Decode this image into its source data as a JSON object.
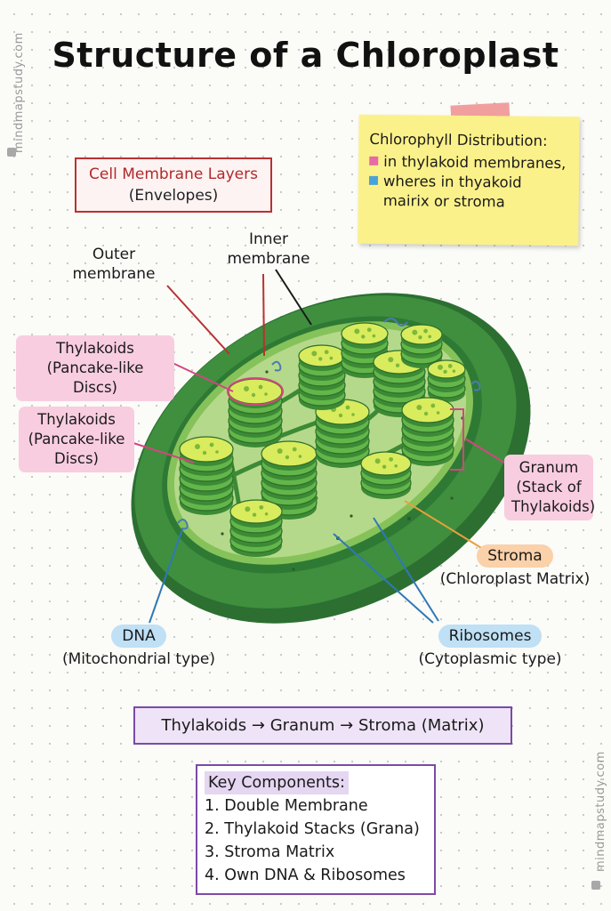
{
  "title": "Structure of a Chloroplast",
  "watermark": "mindmapstudy.com",
  "envelope_box": {
    "line1": "Cell Membrane Layers",
    "line2": "(Envelopes)"
  },
  "sticky_note": {
    "title": "Chlorophyll Distribution:",
    "item1": "in thylakoid membranes,",
    "item2_line1": "wheres in thyakoid",
    "item2_line2": "mairix or stroma",
    "item1_color": "#e76aa6",
    "item2_color": "#4aa3d8"
  },
  "labels": {
    "outer_membrane": {
      "line1": "Outer",
      "line2": "membrane"
    },
    "inner_membrane": {
      "line1": "Inner",
      "line2": "membrane"
    },
    "thylakoids_1": {
      "line1": "Thylakoids",
      "line2": "(Pancake-like Discs)"
    },
    "thylakoids_2": {
      "line1": "Thylakoids",
      "line2": "(Pancake-like",
      "line3": "Discs)"
    },
    "granum": {
      "line1": "Granum",
      "line2": "(Stack of",
      "line3": "Thylakoids)"
    },
    "stroma": {
      "name": "Stroma",
      "desc": "(Chloroplast Matrix)"
    },
    "dna": {
      "name": "DNA",
      "desc": "(Mitochondrial type)"
    },
    "ribosomes": {
      "name": "Ribosomes",
      "desc": "(Cytoplasmic type)"
    }
  },
  "flow": "Thylakoids → Granum → Stroma (Matrix)",
  "key_components": {
    "heading": "Key Components:",
    "items": [
      "1. Double Membrane",
      "2. Thylakoid Stacks (Grana)",
      "3. Stroma Matrix",
      "4. Own DNA & Ribosomes"
    ]
  },
  "colors": {
    "outer_green": "#2f7a35",
    "stroma_green": "#b5d98a",
    "thylakoid_green": "#63b64a",
    "thylakoid_top": "#d9ec5e",
    "envelope_red": "#b83232",
    "flow_purple": "#7b4aa6"
  }
}
